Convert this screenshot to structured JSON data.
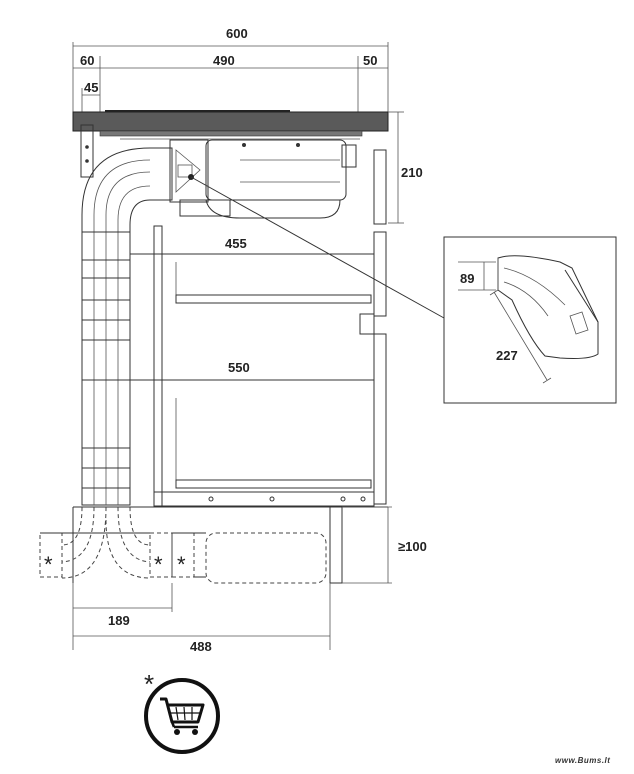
{
  "dimensions": {
    "total_width": "600",
    "left_offset": "60",
    "center_width": "490",
    "right_offset": "50",
    "left_small": "45",
    "unit_height": "210",
    "drawer_width": "455",
    "cabinet_width": "550",
    "detail_height": "89",
    "detail_length": "227",
    "plinth_height": "≥100",
    "duct_offset": "189",
    "duct_length": "488"
  },
  "markers": {
    "accessory": "*"
  },
  "legend": {
    "star": "*",
    "icon": "shopping-cart-icon"
  },
  "watermark": "www.Bums.lt",
  "colors": {
    "line": "#333333",
    "hob_top": "#555555",
    "fill": "#f4f4f4"
  }
}
